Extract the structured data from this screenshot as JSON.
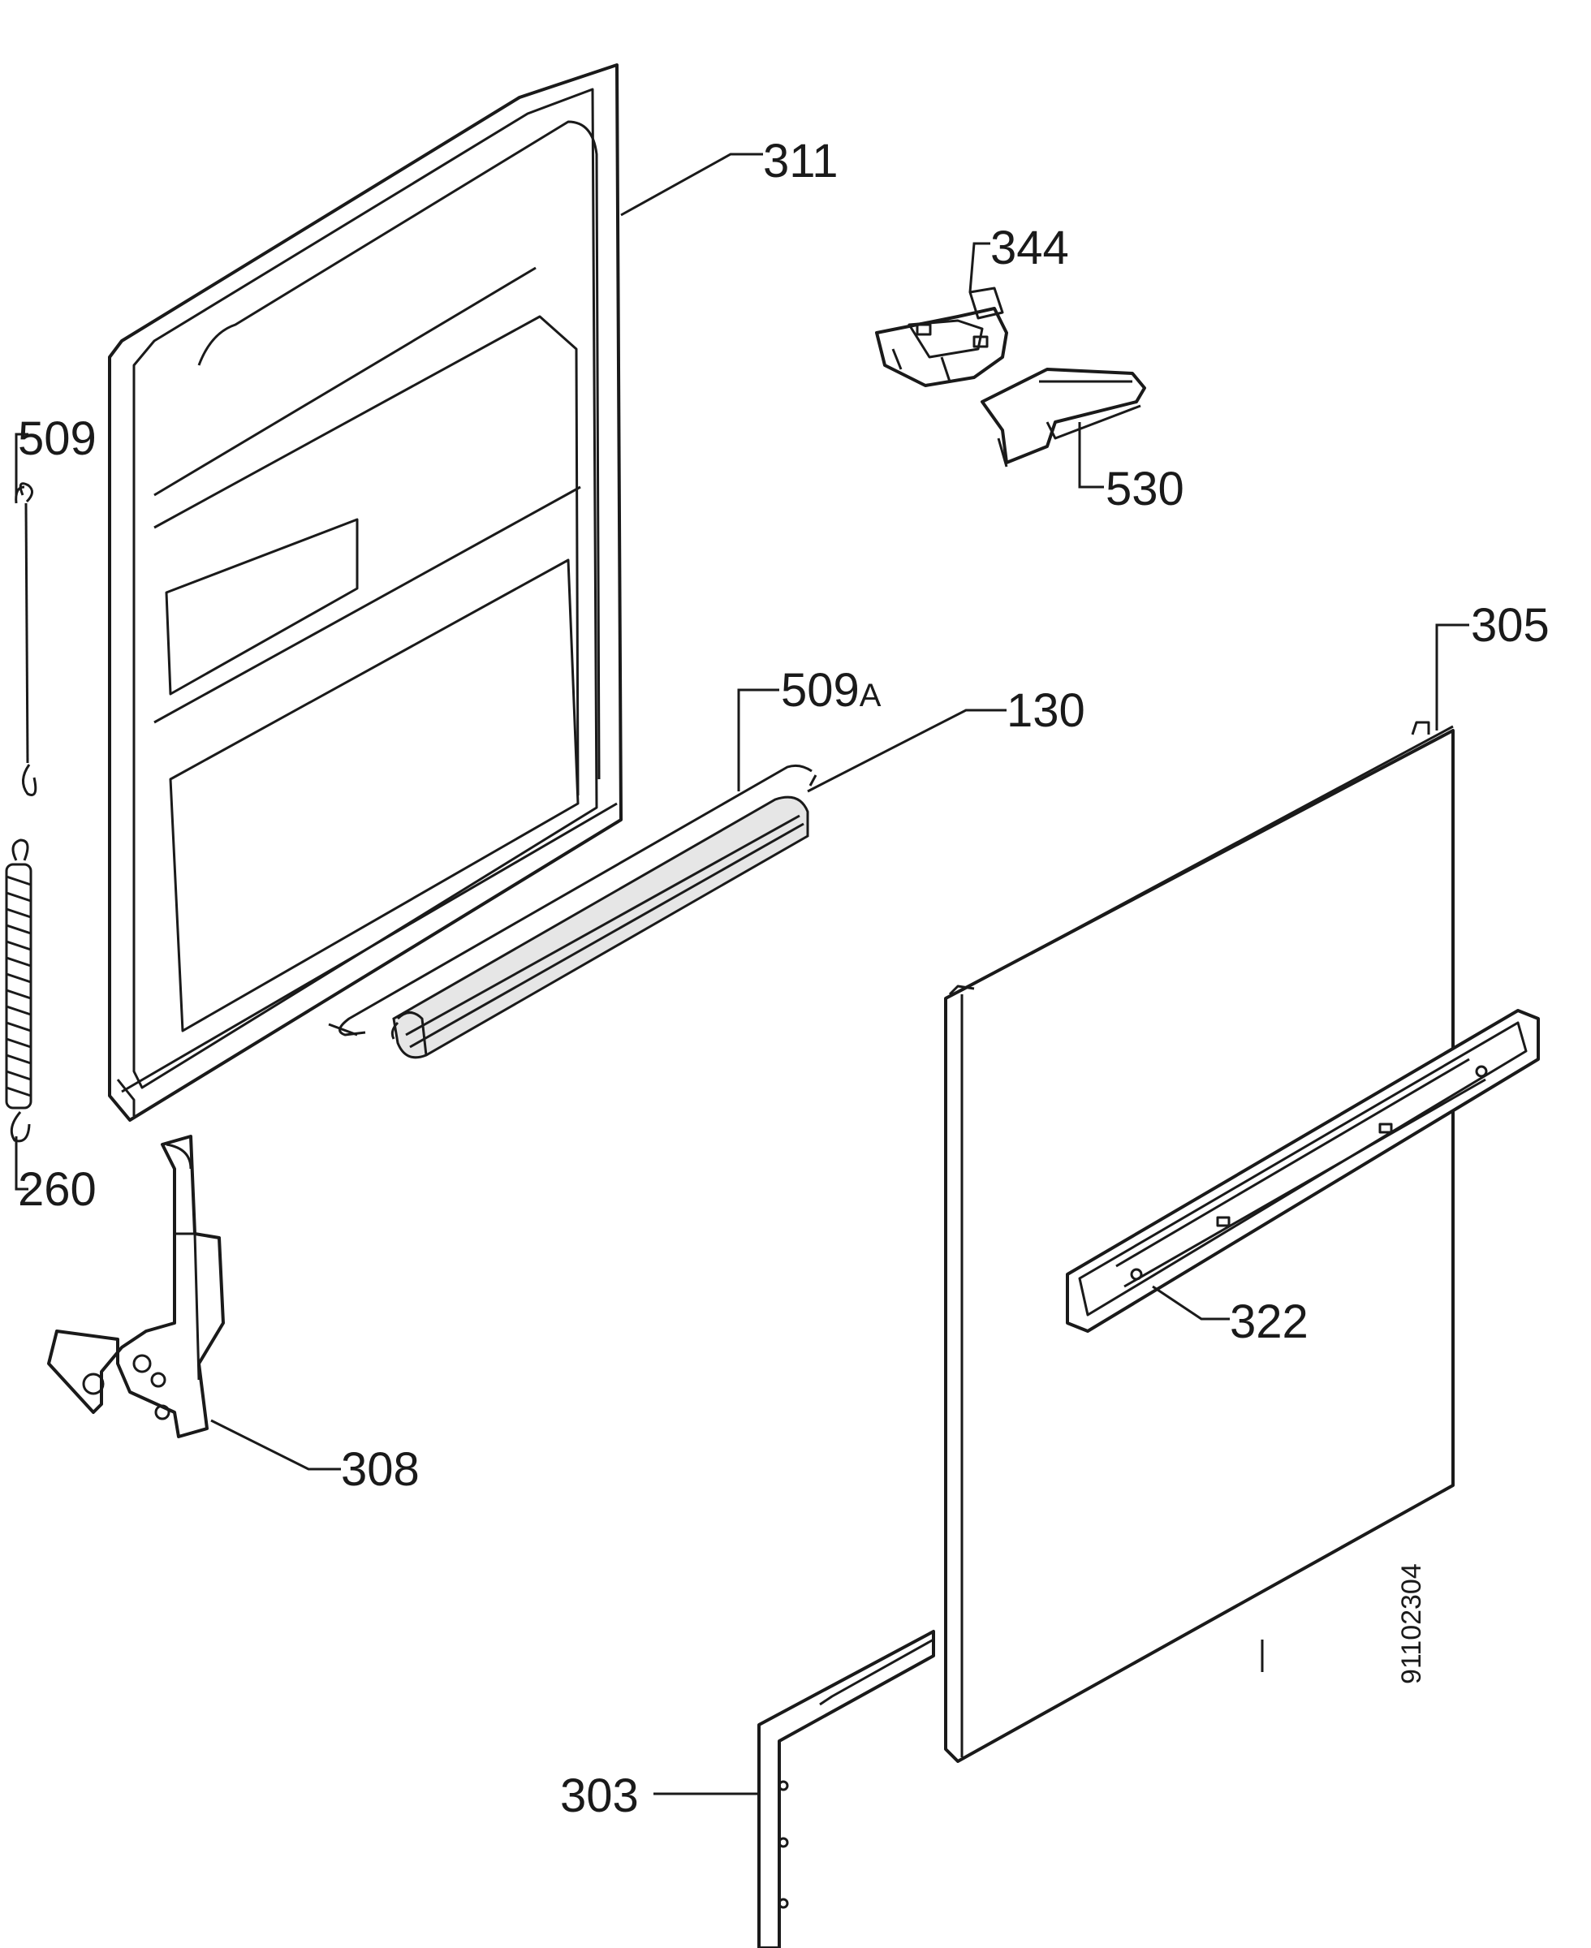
{
  "diagram": {
    "callouts": {
      "p311": "311",
      "p344": "344",
      "p509": "509",
      "p530": "530",
      "p305": "305",
      "p509a_num": "509",
      "p509a_suffix": "A",
      "p130": "130",
      "p260": "260",
      "p322": "322",
      "p308": "308",
      "p303": "303"
    },
    "document_number": "91102304"
  }
}
